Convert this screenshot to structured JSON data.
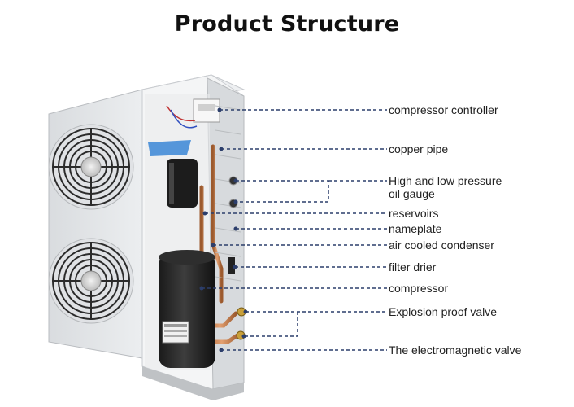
{
  "title": "Product Structure",
  "labels": [
    {
      "id": "compressor-controller",
      "lines": [
        "compressor controller"
      ]
    },
    {
      "id": "copper-pipe",
      "lines": [
        "copper pipe"
      ]
    },
    {
      "id": "pressure-oil-gauge",
      "lines": [
        "High and low pressure",
        "oil gauge"
      ]
    },
    {
      "id": "reservoirs",
      "lines": [
        "reservoirs"
      ]
    },
    {
      "id": "nameplate",
      "lines": [
        "nameplate"
      ]
    },
    {
      "id": "air-cooled-condenser",
      "lines": [
        "air cooled condenser"
      ]
    },
    {
      "id": "filter-drier",
      "lines": [
        "filter drier"
      ]
    },
    {
      "id": "compressor",
      "lines": [
        "compressor"
      ]
    },
    {
      "id": "explosion-proof-valve",
      "lines": [
        "Explosion proof valve"
      ]
    },
    {
      "id": "electromagnetic-valve",
      "lines": [
        "The electromagnetic valve"
      ]
    }
  ],
  "colors": {
    "leader": "#2c3e6b",
    "unit_body": "#e3e5e8",
    "fan_guard": "#2b2b2b"
  }
}
